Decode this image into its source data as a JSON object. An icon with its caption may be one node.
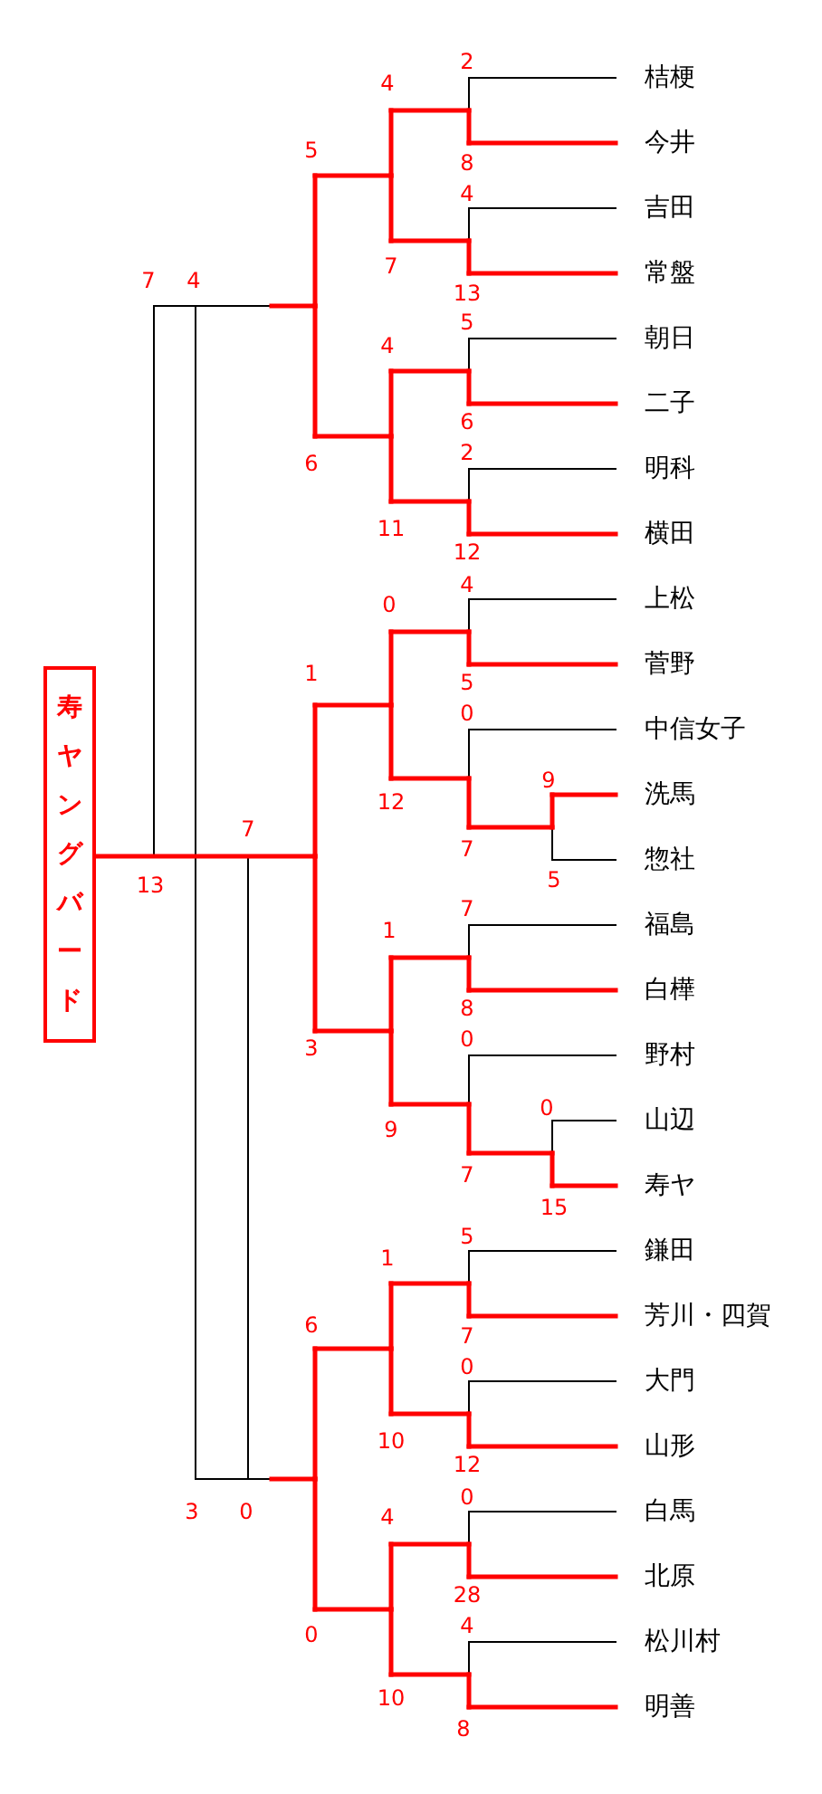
{
  "diagram": {
    "nodes": [
      {
        "text": [
          "桔梗"
        ]
      },
      {
        "text": [
          "今井"
        ]
      },
      {
        "text": [
          "吉田"
        ]
      },
      {
        "text": [
          "常盤"
        ]
      },
      {
        "text": [
          "朝日"
        ]
      },
      {
        "text": [
          "二子"
        ]
      },
      {
        "text": [
          "明科"
        ]
      },
      {
        "text": [
          "横田"
        ]
      },
      {
        "text": [
          "上松"
        ]
      },
      {
        "text": [
          "菅野"
        ]
      },
      {
        "text": [
          "中信女子"
        ]
      },
      {
        "text": [
          "洗馬"
        ]
      },
      {
        "text": [
          "惣社"
        ]
      },
      {
        "text": [
          "福島"
        ]
      },
      {
        "text": [
          "白樺"
        ]
      },
      {
        "text": [
          "野村"
        ]
      },
      {
        "text": [
          "山辺"
        ]
      },
      {
        "text": [
          "寿ヤ"
        ]
      },
      {
        "text": [
          "鎌田"
        ]
      },
      {
        "text": [
          "芳川・四賀"
        ]
      },
      {
        "text": [
          "大門"
        ]
      },
      {
        "text": [
          "山形"
        ]
      },
      {
        "text": [
          "白馬"
        ]
      },
      {
        "text": [
          "北原"
        ]
      },
      {
        "text": [
          "松川村"
        ]
      },
      {
        "text": [
          "明善"
        ]
      },
      {
        "text": [
          "寿ヤングバード"
        ]
      }
    ],
    "labels": [
      "2",
      "4",
      "5",
      "8",
      "4",
      "7",
      "7",
      "4",
      "13",
      "5",
      "4",
      "6",
      "2",
      "6",
      "11",
      "12",
      "4",
      "0",
      "1",
      "5",
      "0",
      "9",
      "12",
      "7",
      "7",
      "13",
      "5",
      "7",
      "1",
      "8",
      "0",
      "3",
      "0",
      "9",
      "7",
      "15",
      "5",
      "1",
      "6",
      "7",
      "0",
      "10",
      "12",
      "0",
      "3",
      "0",
      "4",
      "28",
      "4",
      "0",
      "10",
      "8"
    ]
  }
}
